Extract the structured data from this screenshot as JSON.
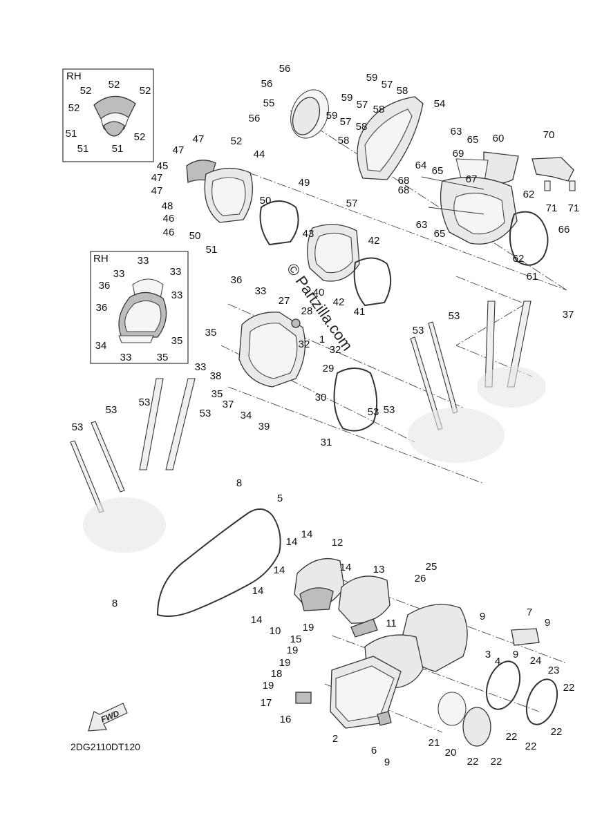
{
  "diagram": {
    "watermark": "© Partzilla.com",
    "code": "2DG2110DT120",
    "fwd_label": "FWD",
    "insets": [
      {
        "title": "RH"
      },
      {
        "title": "RH"
      }
    ],
    "labels": [
      "56",
      "56",
      "55",
      "56",
      "59",
      "57",
      "58",
      "58",
      "54",
      "59",
      "57",
      "58",
      "59",
      "57",
      "58",
      "57",
      "63",
      "65",
      "60",
      "70",
      "69",
      "64",
      "65",
      "67",
      "68",
      "68",
      "62",
      "71",
      "71",
      "63",
      "65",
      "66",
      "62",
      "61",
      "52",
      "47",
      "47",
      "44",
      "45",
      "47",
      "47",
      "49",
      "50",
      "48",
      "46",
      "46",
      "50",
      "51",
      "52",
      "52",
      "52",
      "52",
      "51",
      "51",
      "51",
      "52",
      "43",
      "42",
      "40",
      "42",
      "41",
      "33",
      "33",
      "33",
      "36",
      "33",
      "36",
      "35",
      "34",
      "35",
      "33",
      "36",
      "33",
      "27",
      "28",
      "35",
      "32",
      "1",
      "32",
      "29",
      "30",
      "33",
      "38",
      "35",
      "37",
      "34",
      "39",
      "31",
      "53",
      "53",
      "53",
      "53",
      "53",
      "53",
      "53",
      "53",
      "37",
      "8",
      "5",
      "8",
      "14",
      "14",
      "12",
      "14",
      "13",
      "14",
      "14",
      "14",
      "10",
      "25",
      "26",
      "9",
      "7",
      "9",
      "11",
      "15",
      "19",
      "19",
      "19",
      "18",
      "19",
      "3",
      "4",
      "9",
      "24",
      "23",
      "22",
      "17",
      "16",
      "2",
      "21",
      "20",
      "22",
      "22",
      "22",
      "6",
      "9",
      "22",
      "22"
    ]
  }
}
